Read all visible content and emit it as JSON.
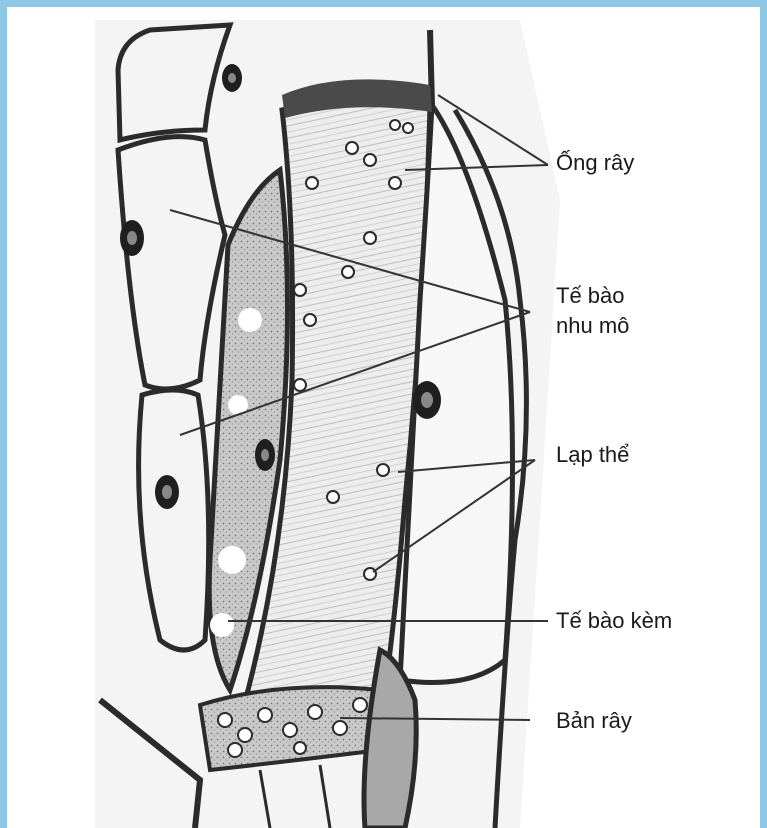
{
  "labels": {
    "ong_ray": "Ống rây",
    "te_bao_nhu_mo_line1": "Tế bào",
    "te_bao_nhu_mo_line2": "nhu mô",
    "lap_the": "Lạp thể",
    "te_bao_kem": "Tế bào kèm",
    "ban_ray": "Bản rây"
  },
  "colors": {
    "frame": "#8fc7e6",
    "wall": "#2b2b2b",
    "cytoplasm": "#bdbdbd",
    "leader_line": "#333333"
  }
}
